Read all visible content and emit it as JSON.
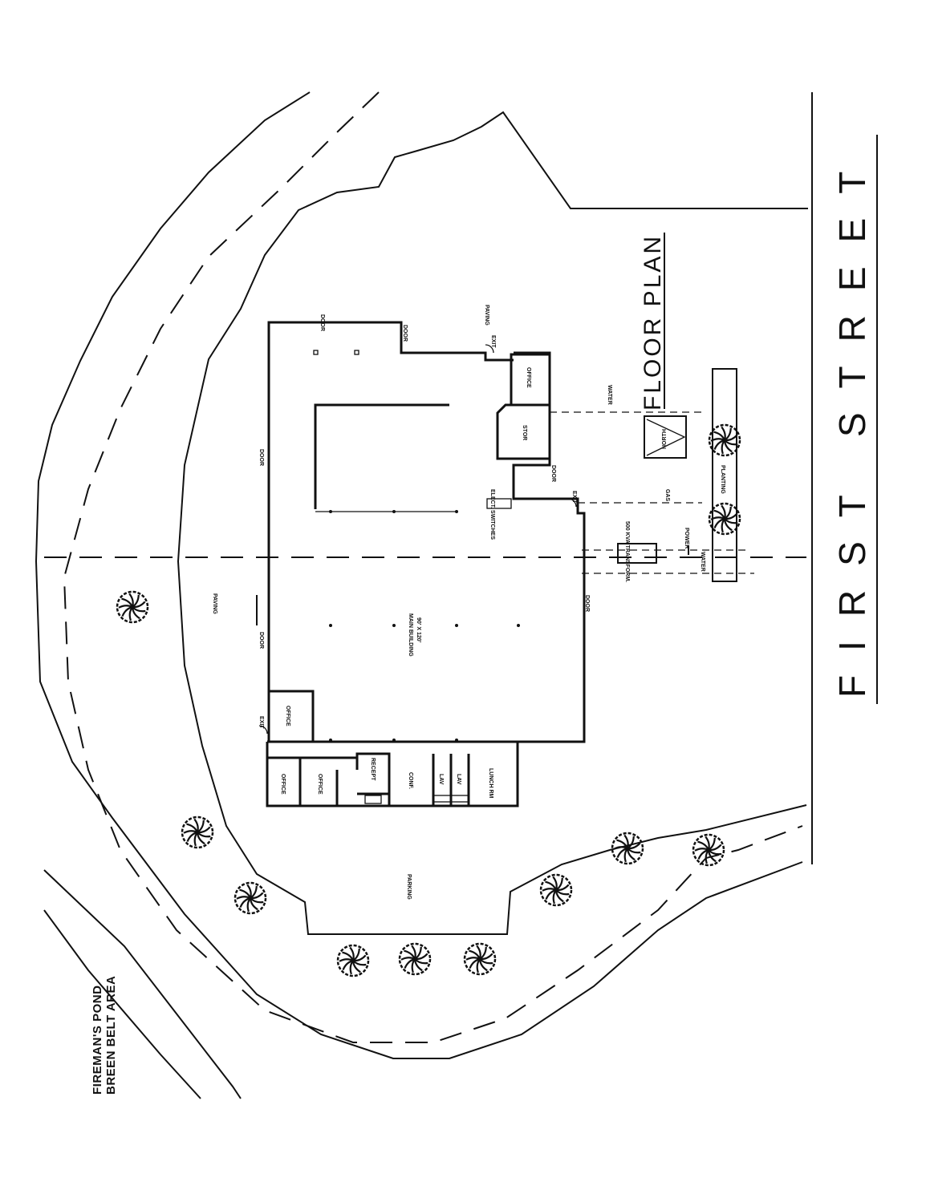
{
  "street": {
    "name": "FIRST STREET"
  },
  "title": "FLOOR PLAN",
  "area_note": {
    "line1": "FIREMAN'S POND",
    "line2": "BREEN BELT AREA"
  },
  "labels": {
    "north": "NORTH",
    "paving": "PAVING",
    "parking": "PARKING",
    "planting": "PLANTING",
    "water": "WATER",
    "gas": "GAS",
    "power": "POWER",
    "transformer": "500 KVA TRANSFORM.",
    "elect_switches": "ELECT. SWITCHES",
    "door": "DOOR",
    "exit": "EXIT",
    "office": "OFFICE",
    "stor": "STOR",
    "recept": "RECEPT",
    "conf": "CONF.",
    "lav": "LAV",
    "lunch_rm": "LUNCH RM",
    "main_building": "MAIN BUILDING",
    "main_building_size": "90' X 120'"
  }
}
